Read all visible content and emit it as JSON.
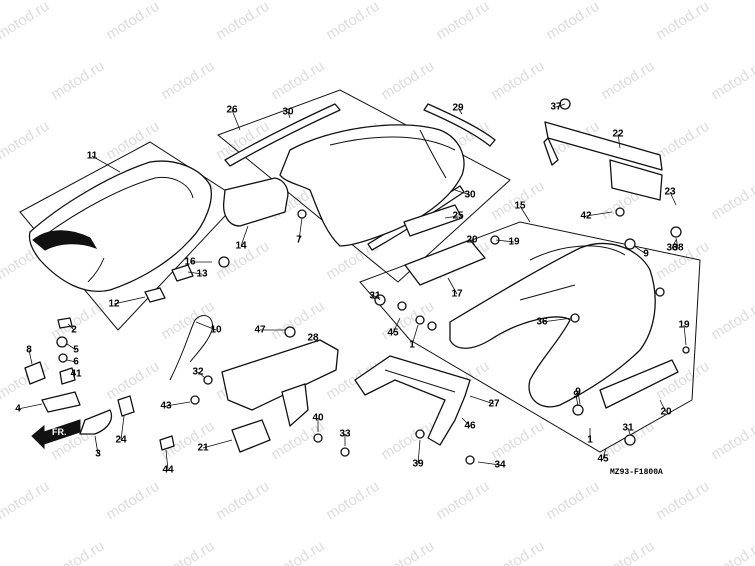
{
  "watermark": "motod.ru",
  "diagram_code": "MZ93-F1800A",
  "front_arrow_label": "FR.",
  "callouts": [
    "11",
    "26",
    "30",
    "29",
    "37",
    "22",
    "23",
    "42",
    "38",
    "30",
    "25",
    "15",
    "16",
    "13",
    "12",
    "14",
    "7",
    "20",
    "19",
    "9",
    "36",
    "31",
    "17",
    "45",
    "1",
    "9",
    "38",
    "10",
    "2",
    "5",
    "6",
    "41",
    "8",
    "4",
    "47",
    "28",
    "32",
    "43",
    "21",
    "3",
    "24",
    "44",
    "40",
    "33",
    "27",
    "46",
    "39",
    "34",
    "19",
    "20",
    "9",
    "1",
    "31",
    "45"
  ]
}
